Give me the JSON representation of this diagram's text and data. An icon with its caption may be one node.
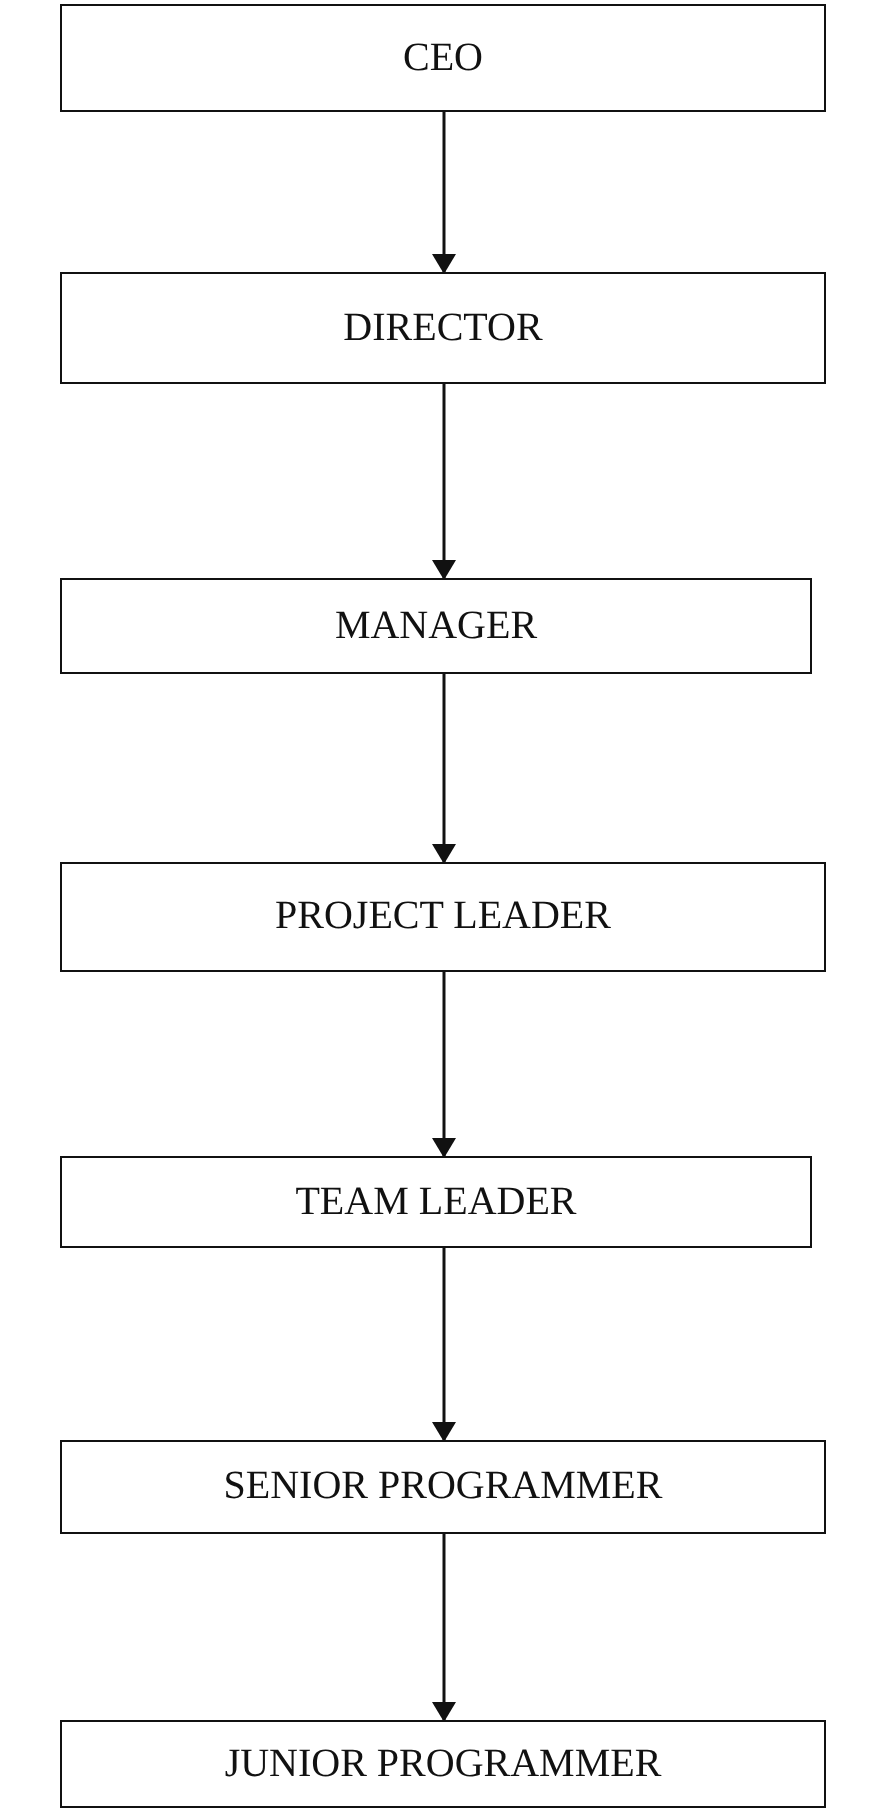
{
  "diagram": {
    "nodes": [
      {
        "text": [
          "CEO"
        ]
      },
      {
        "text": [
          "DIRECTOR"
        ]
      },
      {
        "text": [
          "MANAGER"
        ]
      },
      {
        "text": [
          "PROJECT LEADER"
        ]
      },
      {
        "text": [
          "TEAM LEADER"
        ]
      },
      {
        "text": [
          "SENIOR PROGRAMMER"
        ]
      },
      {
        "text": [
          "JUNIOR PROGRAMMER"
        ]
      }
    ],
    "edges": [
      {
        "from": 0,
        "to": 1,
        "arrow": "to"
      },
      {
        "from": 1,
        "to": 2,
        "arrow": "to"
      },
      {
        "from": 2,
        "to": 3,
        "arrow": "to"
      },
      {
        "from": 3,
        "to": 4,
        "arrow": "to"
      },
      {
        "from": 4,
        "to": 5,
        "arrow": "to"
      },
      {
        "from": 5,
        "to": 6,
        "arrow": "to"
      }
    ]
  }
}
